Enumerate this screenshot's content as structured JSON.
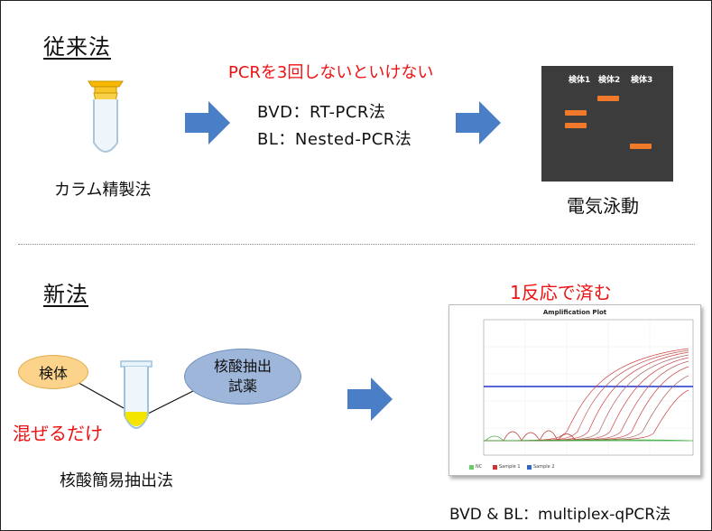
{
  "old_method": {
    "heading": "従来法",
    "note": "PCRを3回しないといけない",
    "step1_label": "カラム精製法",
    "pcr_line1": "BVD：RT-PCR法",
    "pcr_line2": "BL：Nested-PCR法",
    "step3_label": "電気泳動",
    "gel_lanes": [
      "検体1",
      "検体2",
      "検体3"
    ]
  },
  "new_method": {
    "heading": "新法",
    "note": "1反応で済む",
    "specimen": "検体",
    "reagent_line1": "核酸抽出",
    "reagent_line2": "試薬",
    "mix_note": "混ぜるだけ",
    "extraction_label": "核酸簡易抽出法",
    "result_label": "BVD & BL：multiplex-qPCR法",
    "plot_title": "Amplification Plot"
  },
  "colors": {
    "arrow": "#4a7fc8",
    "red_text": "#ee1111",
    "gel_band": "#f07a2a",
    "specimen_ellipse": "#fbd38a",
    "reagent_ellipse": "#9fb6db",
    "tube_liquid": "#f3e500"
  }
}
